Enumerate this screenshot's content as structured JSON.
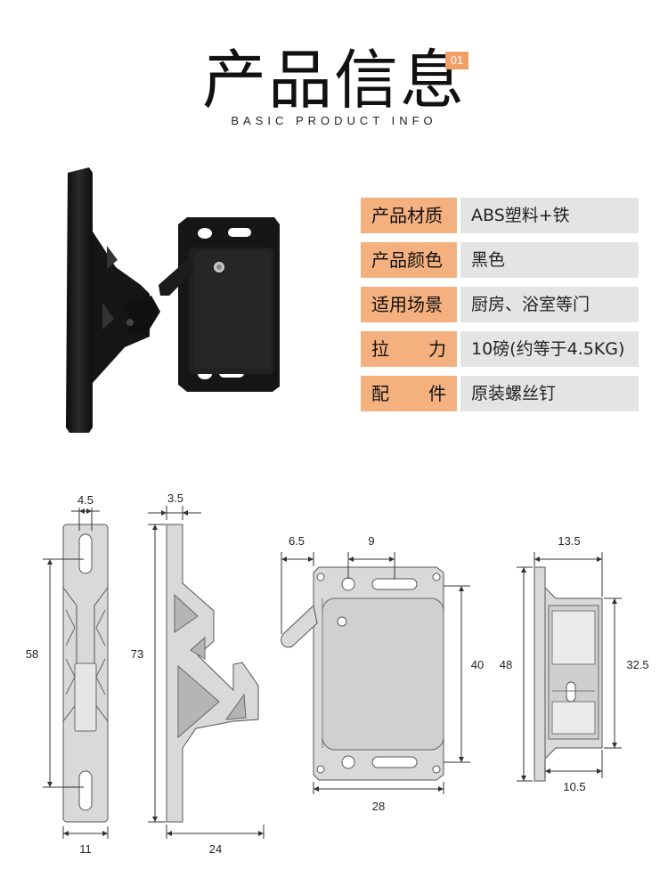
{
  "header": {
    "title": "产品信息",
    "badge": "01",
    "subtitle": "BASIC PRODUCT INFO"
  },
  "specs": [
    {
      "label": "产品材质",
      "value": "ABS塑料+铁"
    },
    {
      "label": "产品颜色",
      "value": "黑色"
    },
    {
      "label": "适用场景",
      "value": "厨房、浴室等门"
    },
    {
      "label_left": "拉",
      "label_right": "力",
      "value": "10磅(约等于4.5KG)"
    },
    {
      "label_left": "配",
      "label_right": "件",
      "value": "原装螺丝钉"
    }
  ],
  "dimensions": {
    "d1": "4.5",
    "d2": "58",
    "d3": "11",
    "d4": "3.5",
    "d5": "73",
    "d6": "24",
    "d7": "6.5",
    "d8": "9",
    "d9": "40",
    "d10": "28",
    "d11": "13.5",
    "d12": "48",
    "d13": "32.5",
    "d14": "10.5"
  },
  "colors": {
    "accent": "#f5b07f",
    "value_bg": "#e4e4e4",
    "part_fill": "#d9d9d9",
    "product_black": "#1a1a1a"
  }
}
